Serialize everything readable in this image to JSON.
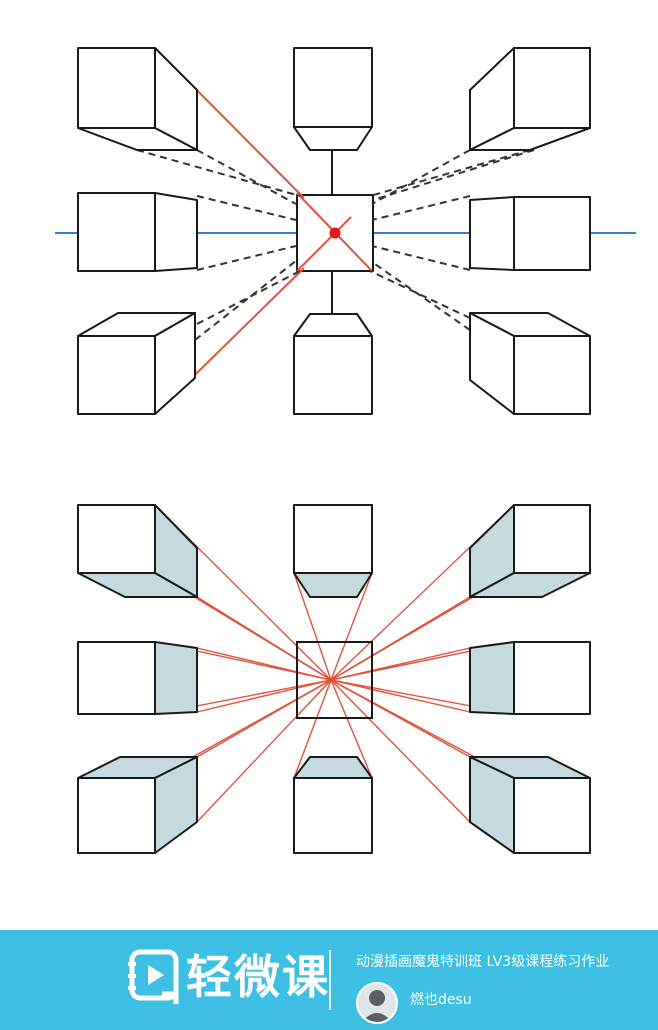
{
  "colors": {
    "stroke": "#1a1a1a",
    "dashed_stroke": "#333333",
    "perspective_line": "#e0533c",
    "horizon": "#3a7fc6",
    "vanishing_point": "#e8151b",
    "shade": "#c4dade",
    "footer_bg": "#3cbfe2",
    "footer_text": "#ffffff"
  },
  "icons": {
    "logo": "play-icon",
    "avatar": "user-avatar-icon"
  },
  "footer": {
    "logo_text": "轻微课",
    "course_title": "动漫插画魔鬼特训班 LV3级课程练习作业",
    "user_name": "燃也desu"
  }
}
